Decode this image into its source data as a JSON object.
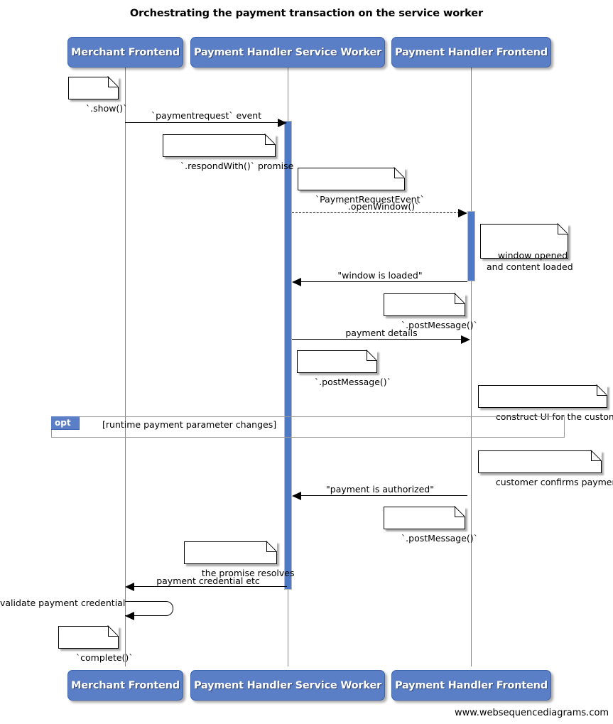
{
  "diagram": {
    "title": "Orchestrating the payment transaction on the service worker",
    "watermark": "www.websequencediagrams.com",
    "colors": {
      "participant_fill": "#5b7fc7",
      "participant_text": "#ffffff",
      "activation_fill": "#4d79c7",
      "lifeline": "#888888",
      "note_fill": "#ffffff",
      "fragment_border": "#999999",
      "line": "#000000"
    }
  },
  "participants": [
    {
      "id": "merchant",
      "label": "Merchant Frontend"
    },
    {
      "id": "sw",
      "label": "Payment Handler Service Worker"
    },
    {
      "id": "phf",
      "label": "Payment Handler Frontend"
    }
  ],
  "participants_footer": [
    {
      "id": "merchant",
      "label": "Merchant Frontend"
    },
    {
      "id": "sw",
      "label": "Payment Handler Service Worker"
    },
    {
      "id": "phf",
      "label": "Payment Handler Frontend"
    }
  ],
  "messages": [
    {
      "id": "m1",
      "label": "`paymentrequest` event",
      "from": "merchant",
      "to": "sw",
      "style": "solid",
      "direction": "right"
    },
    {
      "id": "m2",
      "label": "`.openWindow()`",
      "from": "sw",
      "to": "phf",
      "style": "dashed",
      "direction": "right"
    },
    {
      "id": "m3",
      "label": "\"window is loaded\"",
      "from": "phf",
      "to": "sw",
      "style": "solid",
      "direction": "left"
    },
    {
      "id": "m4",
      "label": "payment details",
      "from": "sw",
      "to": "phf",
      "style": "solid",
      "direction": "right"
    },
    {
      "id": "m5",
      "label": "\"payment is authorized\"",
      "from": "phf",
      "to": "sw",
      "style": "solid",
      "direction": "left"
    },
    {
      "id": "m6",
      "label": "payment credential etc",
      "from": "sw",
      "to": "merchant",
      "style": "solid",
      "direction": "left"
    },
    {
      "id": "m7",
      "label": "validate payment credential",
      "from": "merchant",
      "to": "merchant",
      "style": "self",
      "direction": "left"
    }
  ],
  "notes": [
    {
      "id": "n1",
      "text": "`.show()`"
    },
    {
      "id": "n2",
      "text": "`.respondWith()` promise"
    },
    {
      "id": "n3",
      "text": "`PaymentRequestEvent`"
    },
    {
      "id": "n4",
      "text": "window opened\nand content loaded"
    },
    {
      "id": "n5",
      "text": "`.postMessage()`"
    },
    {
      "id": "n6",
      "text": "`.postMessage()`"
    },
    {
      "id": "n7",
      "text": "construct UI for the customer"
    },
    {
      "id": "n8",
      "text": "customer confirms payment"
    },
    {
      "id": "n9",
      "text": "`.postMessage()`"
    },
    {
      "id": "n10",
      "text": "the promise resolves"
    },
    {
      "id": "n11",
      "text": "`complete()`"
    }
  ],
  "fragment": {
    "operator": "opt",
    "guard": "[runtime payment parameter changes]"
  }
}
